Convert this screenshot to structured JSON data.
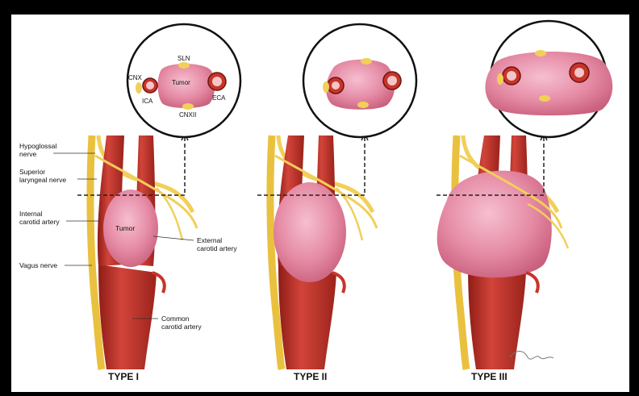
{
  "labels": {
    "hypoglossal": "Hypoglossal\nnerve",
    "superior_laryngeal": "Superior\nlaryngeal nerve",
    "internal_carotid": "Internal\ncarotid artery",
    "vagus": "Vagus nerve",
    "external_carotid": "External\ncarotid artery",
    "common_carotid": "Common\ncarotid artery",
    "tumor": "Tumor"
  },
  "inset_labels": {
    "sln": "SLN",
    "cnx": "CNX",
    "tumor": "Tumor",
    "ica": "ICA",
    "eca": "ECA",
    "cnxii": "CNXII"
  },
  "types": [
    "TYPE I",
    "TYPE II",
    "TYPE III"
  ],
  "colors": {
    "artery": "#c8342a",
    "tumor": "#e58aa4",
    "nerve": "#f2cf58",
    "background": "#ffffff"
  }
}
